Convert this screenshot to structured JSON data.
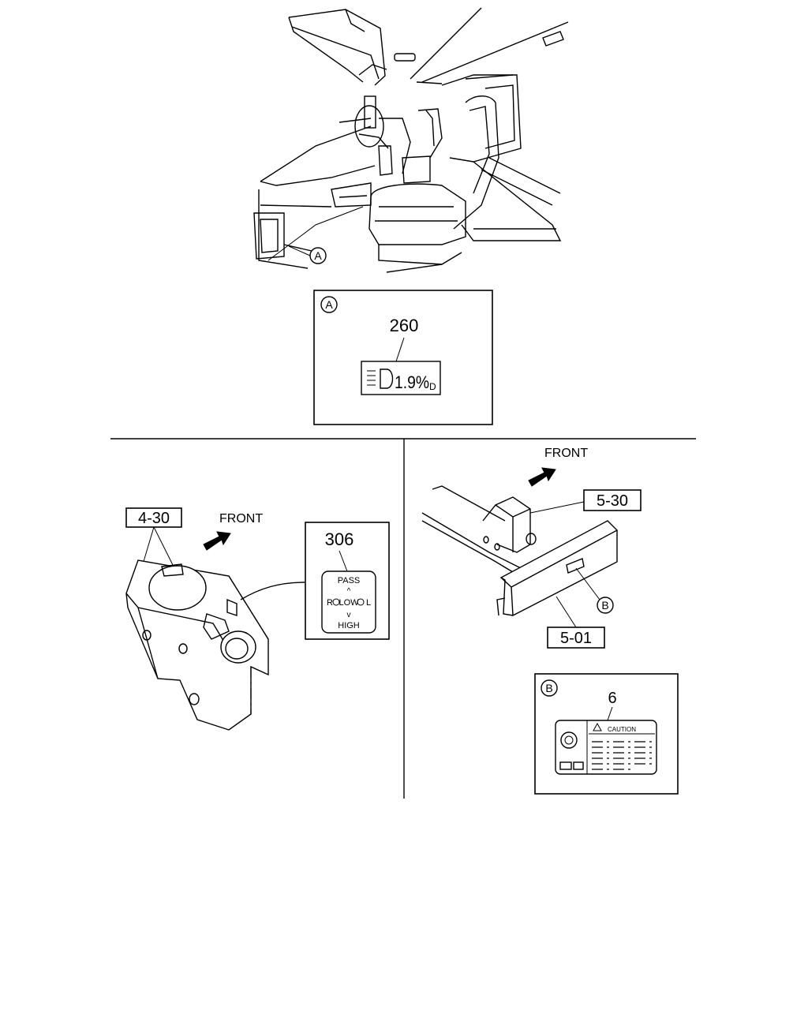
{
  "callouts": {
    "a_marker": "A",
    "a_detail_marker": "A",
    "b_marker": "B",
    "b_detail_marker": "B"
  },
  "detail_a": {
    "part_number": "260",
    "label_text": "1.9%",
    "label_sub": "D"
  },
  "left_panel": {
    "ref": "4-30",
    "front_label": "FRONT",
    "part_number": "306",
    "switch_top": "PASS",
    "switch_mid_left": "R",
    "switch_mid_center": "LOW",
    "switch_mid_right": "L",
    "switch_bottom": "HIGH"
  },
  "right_panel": {
    "front_label": "FRONT",
    "ref_upper": "5-30",
    "ref_lower": "5-01"
  },
  "detail_b": {
    "part_number": "6",
    "caution_text": "CAUTION"
  }
}
